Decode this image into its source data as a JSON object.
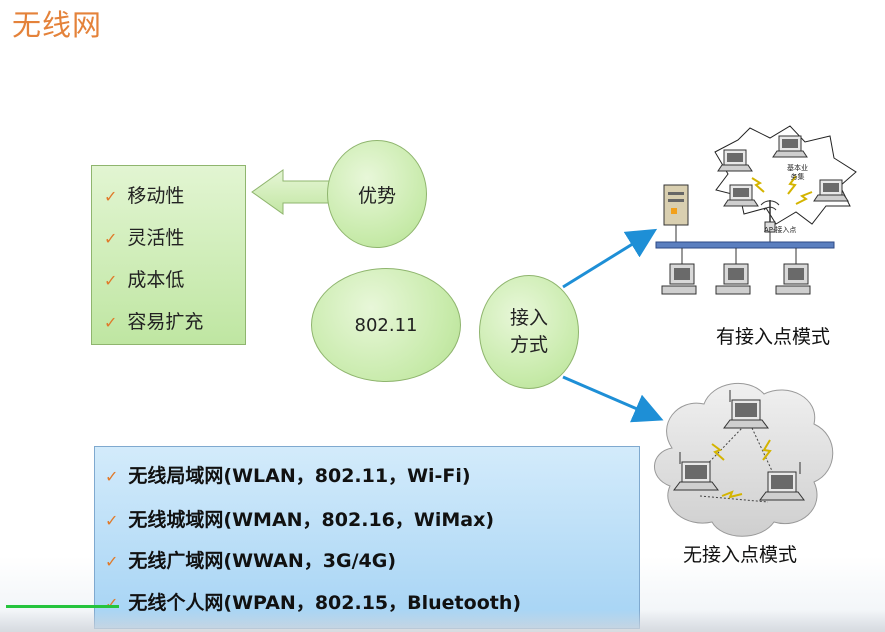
{
  "title": "无线网",
  "advantages": {
    "items": [
      "移动性",
      "灵活性",
      "成本低",
      "容易扩充"
    ]
  },
  "nodes": {
    "advantage": "优势",
    "standard": "802.11",
    "access_line1": "接入",
    "access_line2": "方式"
  },
  "network_types": {
    "items": [
      "无线局域网(WLAN，802.11，Wi-Fi)",
      "无线城域网(WMAN，802.16，WiMax)",
      "无线广域网(WWAN，3G/4G)",
      "无线个人网(WPAN，802.15，Bluetooth)"
    ]
  },
  "modes": {
    "with_ap": "有接入点模式",
    "without_ap": "无接入点模式",
    "bss_line1": "基本业",
    "bss_line2": "务集",
    "ap_label": "AP-接入点"
  },
  "video_progress": 0.13,
  "colors": {
    "title": "#e4823a",
    "check": "#e07a2a",
    "green_fill": "#c6eaa8",
    "blue_fill": "#a5d3f4",
    "arrow_blue": "#1e8fd6",
    "progress": "#25c43d"
  }
}
